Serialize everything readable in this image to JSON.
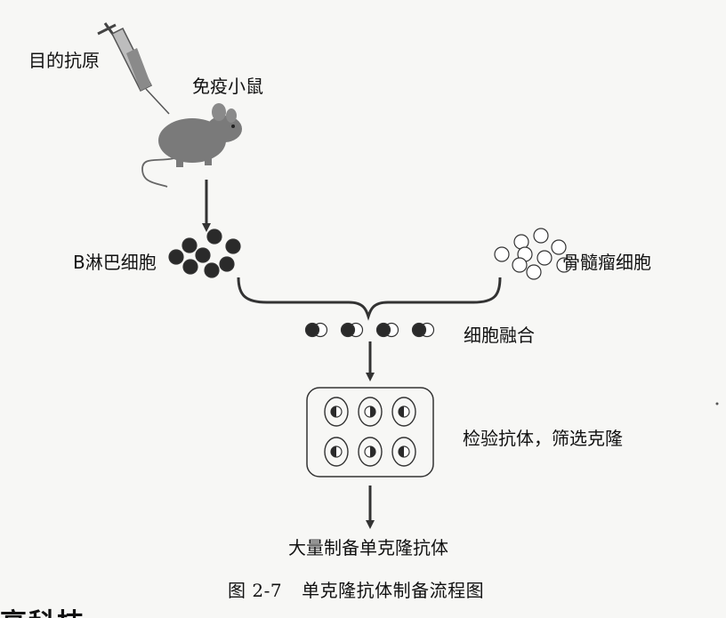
{
  "labels": {
    "antigen": "目的抗原",
    "mouse": "免疫小鼠",
    "b_cell": "B淋巴细胞",
    "myeloma": "骨髓瘤细胞",
    "fusion": "细胞融合",
    "screen": "检验抗体，筛选克隆",
    "output": "大量制备单克隆抗体"
  },
  "caption": {
    "number": "图 2-7",
    "title": "单克隆抗体制备流程图"
  },
  "page_fragment": "高科技",
  "colors": {
    "cell_dark": "#2a2a2a",
    "cell_light": "#ffffff",
    "mouse": "#7a7a7a",
    "line": "#333333"
  }
}
